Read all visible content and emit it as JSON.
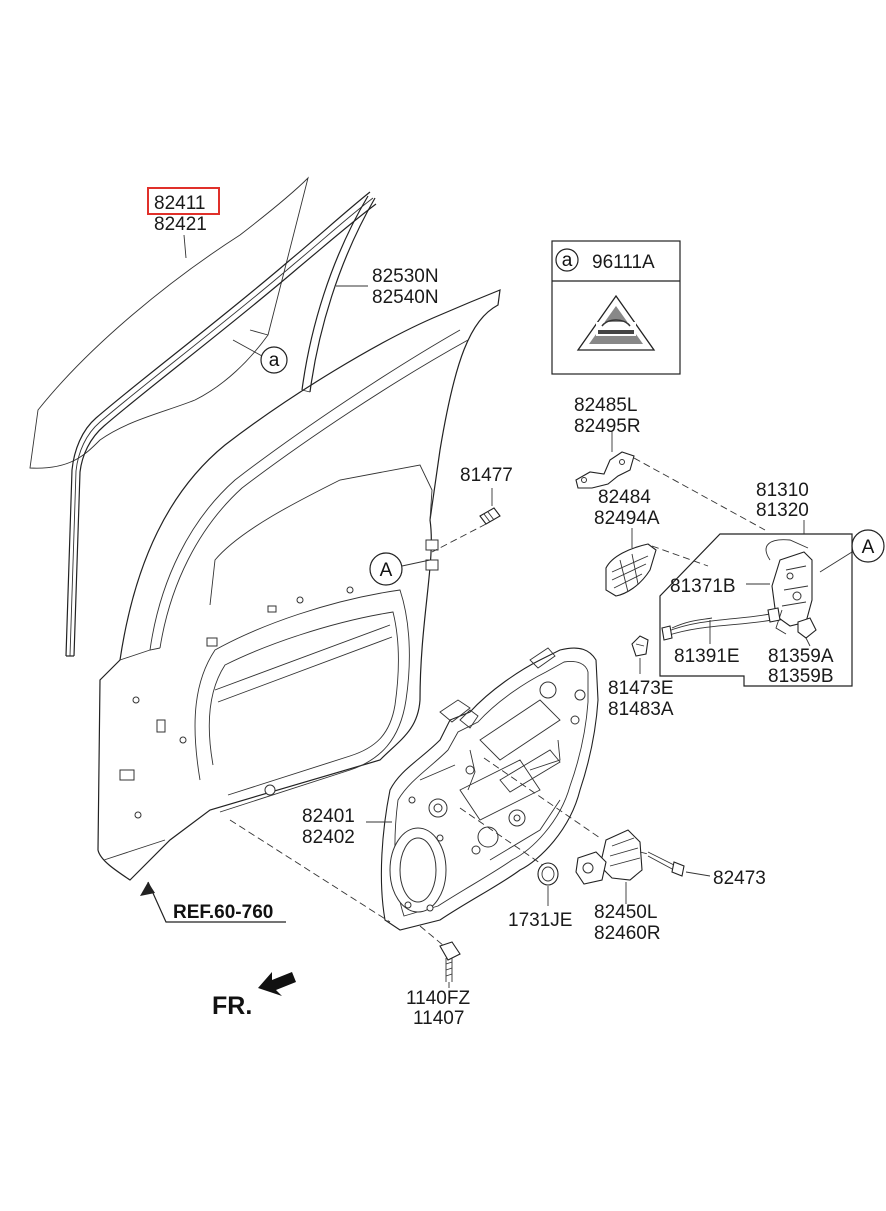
{
  "labels": {
    "glass_a": "82411",
    "glass_b": "82421",
    "channel_a": "82530N",
    "channel_b": "82540N",
    "callout_a": "a",
    "box_code": "96111A",
    "box_letter": "a",
    "bracket_a": "82485L",
    "bracket_b": "82495R",
    "bolt_top": "81477",
    "handle_a": "82484",
    "handle_b": "82494A",
    "latch_a": "81310",
    "latch_b": "81320",
    "cable_a": "81371B",
    "cable_b": "81391E",
    "clip_a": "81359A",
    "clip_b": "81359B",
    "rod_a": "81473E",
    "rod_b": "81483A",
    "regulator_a": "82401",
    "regulator_b": "82402",
    "motor_a": "82450L",
    "motor_b": "82460R",
    "screw_right": "82473",
    "grommet": "1731JE",
    "bolt_bottom_a": "1140FZ",
    "bolt_bottom_b": "11407",
    "ref": "REF.60-760",
    "front": "FR.",
    "circle_A_left": "A",
    "circle_A_right": "A"
  },
  "highlight_color": "#e0302a"
}
